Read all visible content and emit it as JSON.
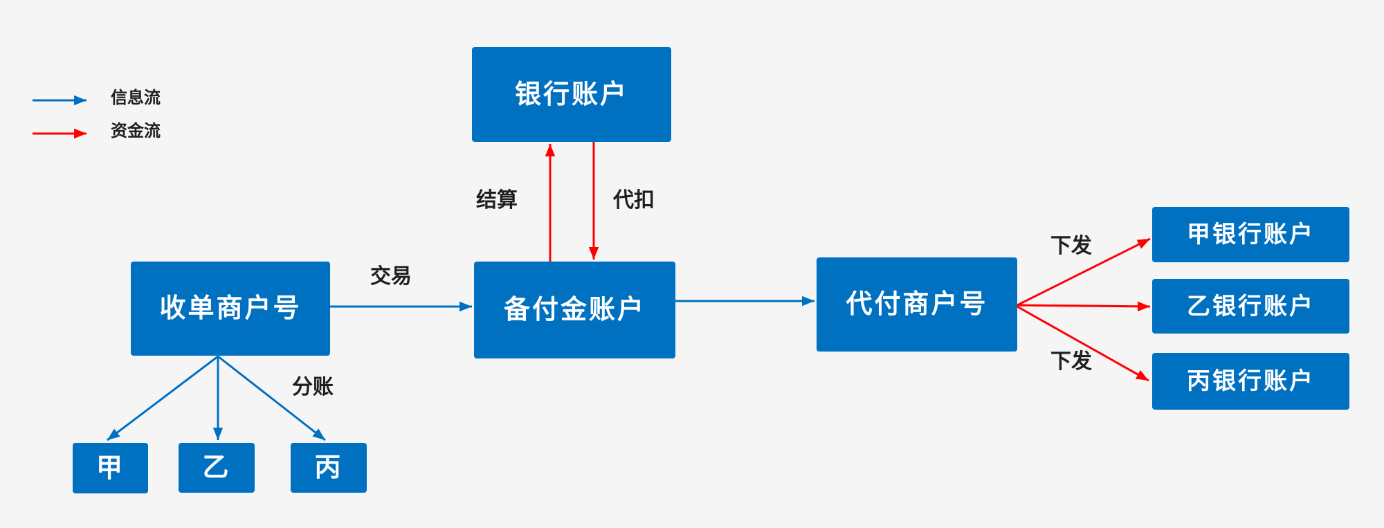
{
  "colors": {
    "background": "#f5f5f6",
    "node_fill": "#0070c0",
    "node_text": "#ffffff",
    "info_flow_arrow": "#0070c0",
    "funds_flow_arrow": "#ff0000",
    "label_text": "#1f1f1f"
  },
  "legend": {
    "items": [
      {
        "label": "信息流",
        "color": "#0070c0"
      },
      {
        "label": "资金流",
        "color": "#ff0000"
      }
    ]
  },
  "nodes": {
    "bank_account": "银行账户",
    "acquiring_merchant": "收单商户号",
    "reserve_account": "备付金账户",
    "payout_merchant": "代付商户号",
    "bank_account_a": "甲银行账户",
    "bank_account_b": "乙银行账户",
    "bank_account_c": "丙银行账户",
    "party_a": "甲",
    "party_b": "乙",
    "party_c": "丙"
  },
  "edge_labels": {
    "settlement": "结算",
    "withhold": "代扣",
    "transaction": "交易",
    "split_ledger": "分账",
    "payout_top": "下发",
    "payout_bottom": "下发"
  }
}
